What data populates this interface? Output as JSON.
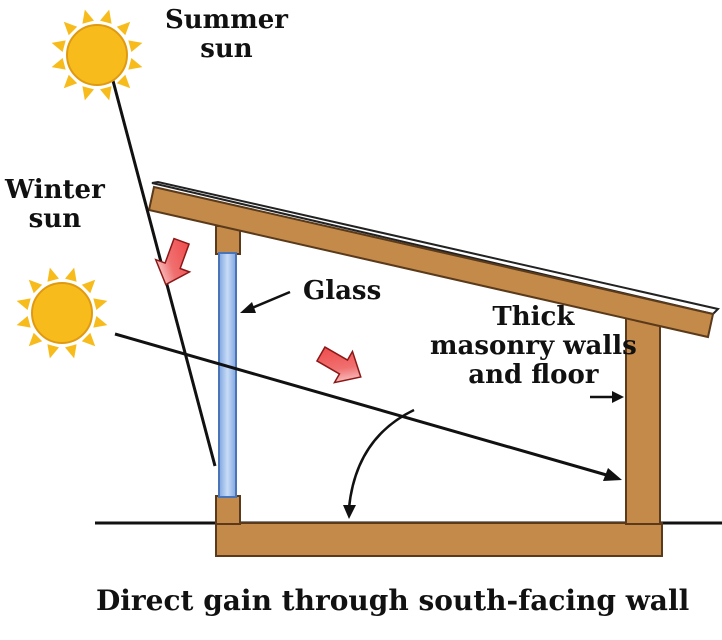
{
  "labels": {
    "summer_sun": "Summer\nsun",
    "winter_sun": "Winter\nsun",
    "glass": "Glass",
    "walls": "Thick\nmasonry walls\nand floor",
    "caption": "Direct gain through south-facing wall"
  },
  "colors": {
    "wood": "#c48a4a",
    "wood_edge": "#5a3a1a",
    "roof_top": "#ffffff",
    "glass_fill": "#a8c8f0",
    "glass_edge": "#4a74b8",
    "sun": "#f7bc1c",
    "sun_edge": "#e09a10",
    "heat_arrow_top": "#f04040",
    "heat_arrow_bottom": "#ffffff",
    "line": "#111111"
  }
}
